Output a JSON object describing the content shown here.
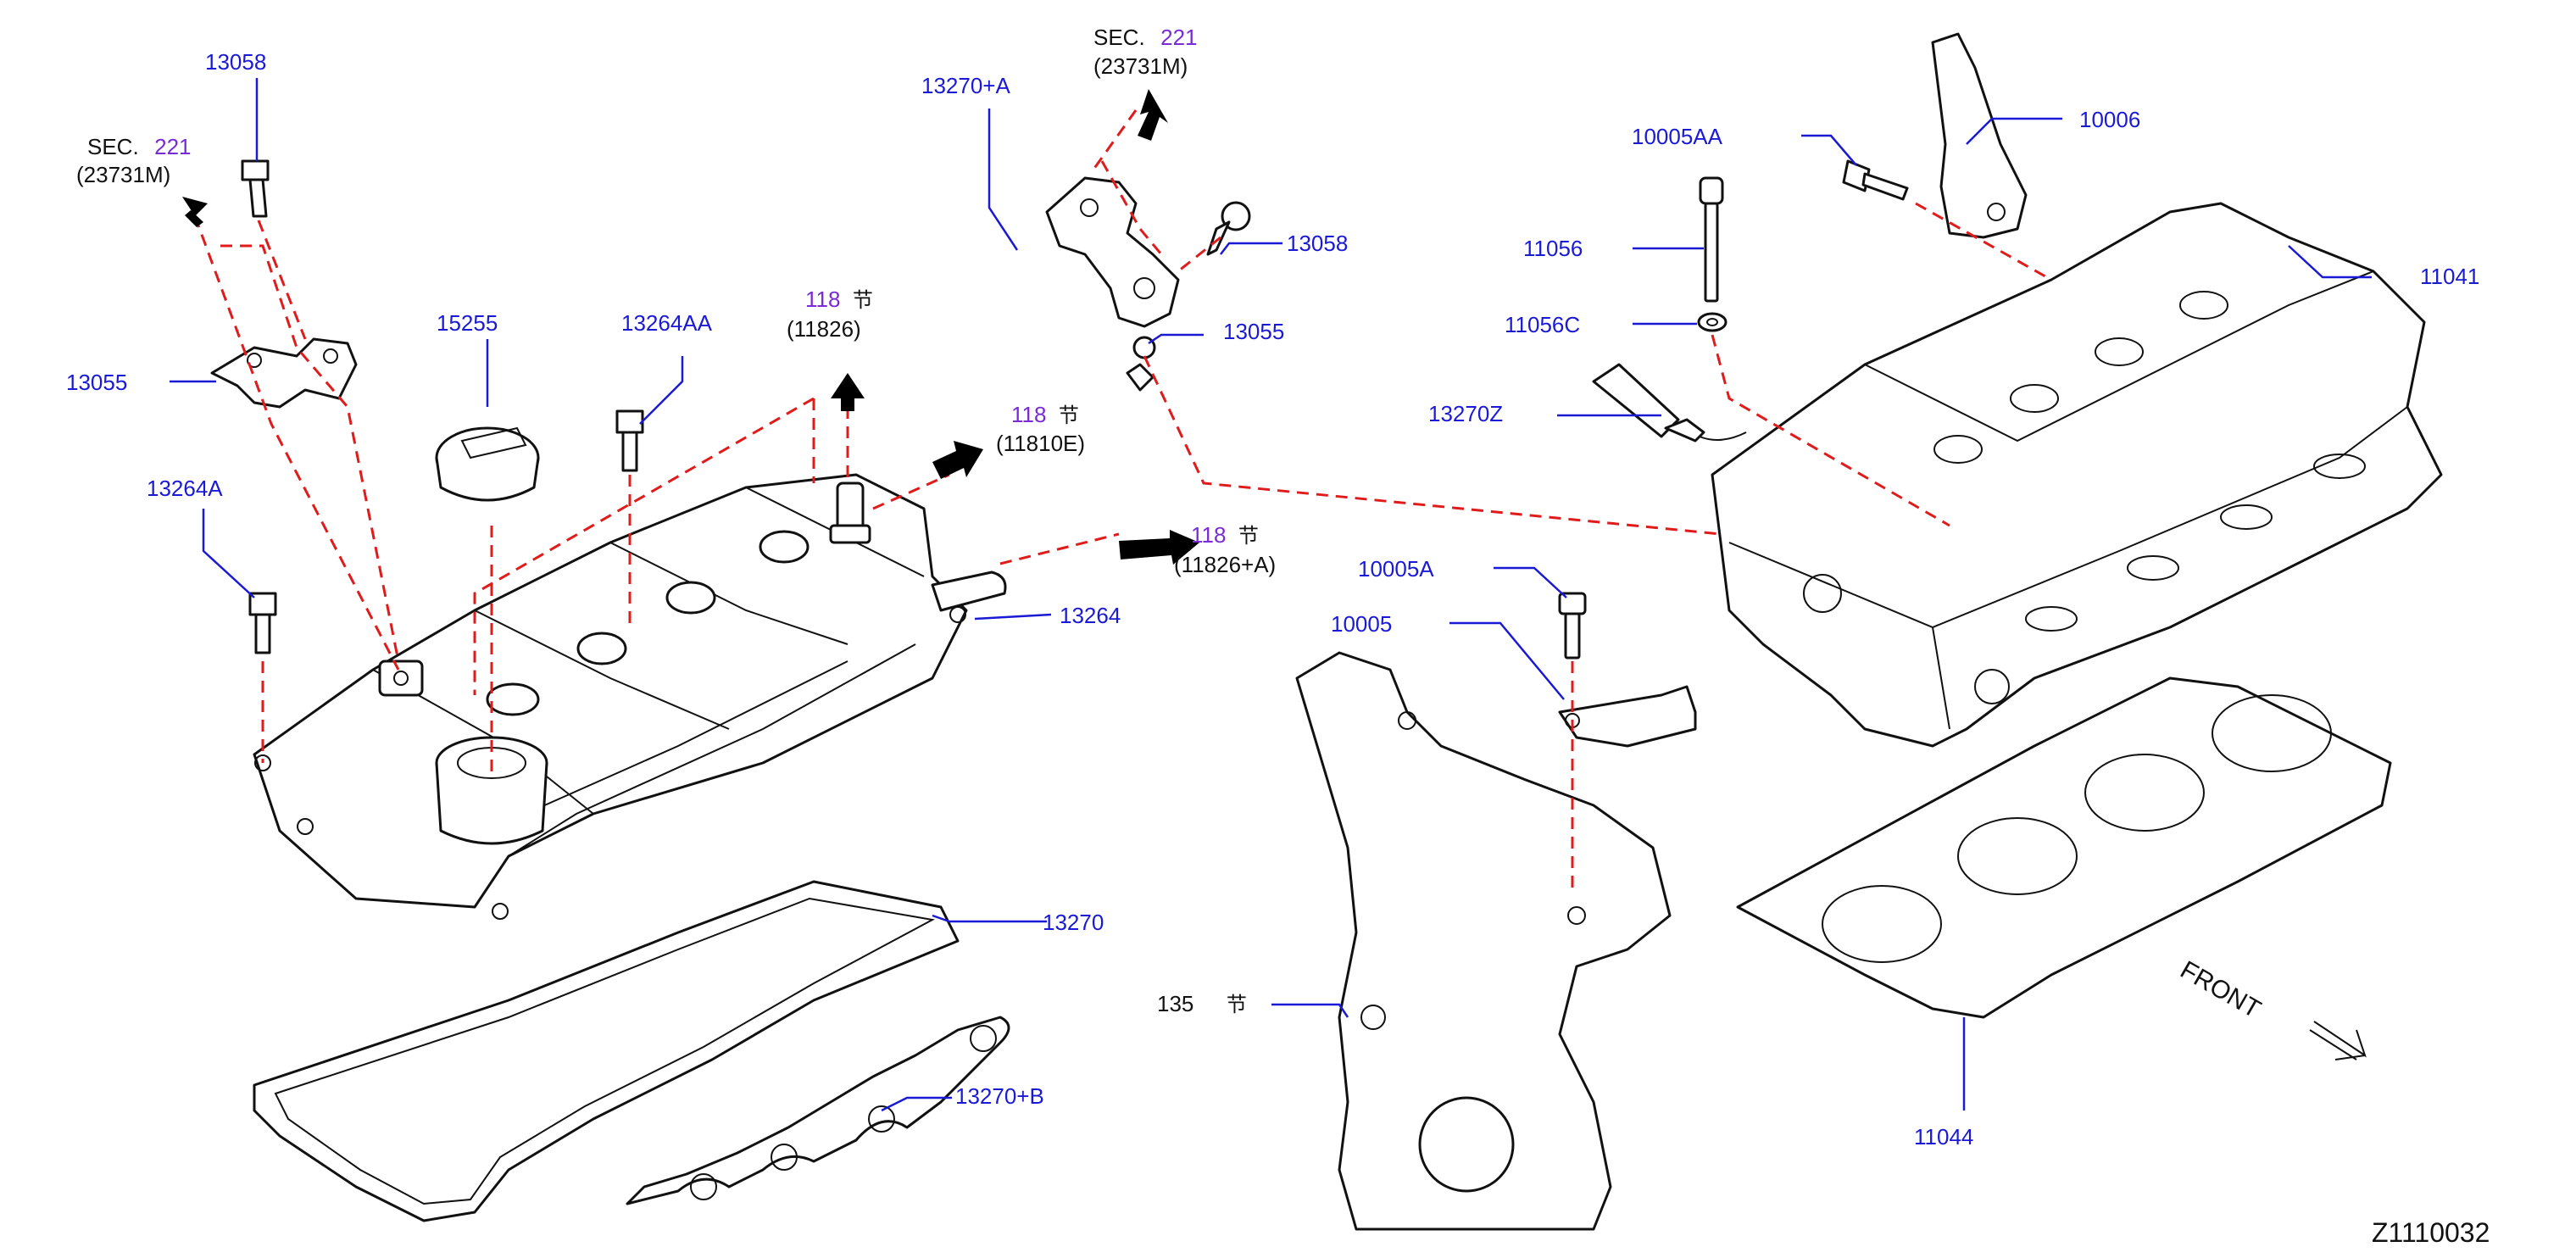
{
  "diagram_code": "Z1110032",
  "front_label": "FRONT",
  "cjk_char": "节",
  "refs": {
    "sec_left": {
      "prefix": "SEC.",
      "num": "221",
      "sub": "(23731M)"
    },
    "sec_top": {
      "prefix": "SEC.",
      "num": "221",
      "sub": "(23731M)"
    },
    "ref_11826": {
      "num": "118",
      "sub": "(11826)"
    },
    "ref_11810E": {
      "num": "118",
      "sub": "(11810E)"
    },
    "ref_11826A": {
      "num": "118",
      "sub": "(11826+A)"
    },
    "ref_135": {
      "num": "135"
    }
  },
  "parts": {
    "p13058_left": "13058",
    "p13055_left": "13055",
    "p13264A": "13264A",
    "p15255": "15255",
    "p13264AA": "13264AA",
    "p13264": "13264",
    "p13270": "13270",
    "p13270B": "13270+B",
    "p13270A": "13270+A",
    "p13058_right": "13058",
    "p13055_right": "13055",
    "p10005AA": "10005AA",
    "p10006": "10006",
    "p11056": "11056",
    "p11056C": "11056C",
    "p13270Z": "13270Z",
    "p11041": "11041",
    "p10005A": "10005A",
    "p10005": "10005",
    "p11044": "11044"
  }
}
